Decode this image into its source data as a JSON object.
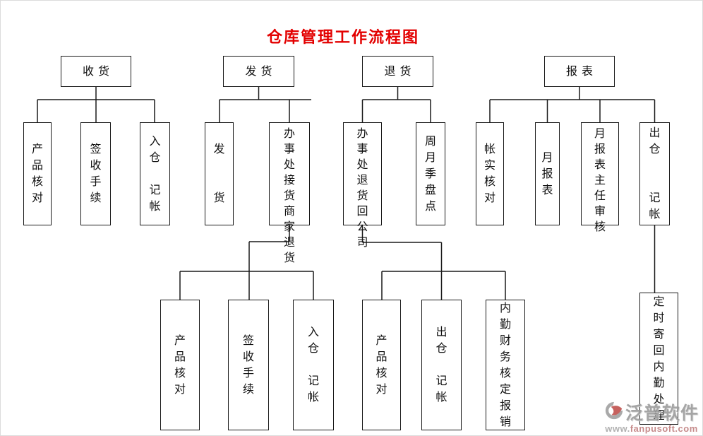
{
  "title": "仓库管理工作流程图",
  "tree": [
    {
      "label": "收货",
      "children": [
        {
          "text": "产\n品\n核\n对"
        },
        {
          "text": "签\n收\n手\n续"
        },
        {
          "text": "入\n仓\n\n记\n帐"
        }
      ]
    },
    {
      "label": "发货",
      "children": [
        {
          "text": "发\n\n\n货"
        },
        {
          "text": "办事\n处接\n货商\n家退\n货",
          "grandchildren": [
            {
              "text": "产\n品\n核\n对"
            },
            {
              "text": "签\n收\n手\n续"
            },
            {
              "text": "入\n仓\n\n记\n帐"
            }
          ]
        }
      ]
    },
    {
      "label": "退货",
      "children": [
        {
          "text": "办事\n处退\n货回\n公司",
          "grandchildren": [
            {
              "text": "产\n品\n核\n对"
            },
            {
              "text": "出\n仓\n\n记\n帐"
            },
            {
              "text": "内\n勤\n财\n务\n核\n定\n报\n销"
            }
          ]
        },
        {
          "text": "周\n月\n季\n盘\n点"
        }
      ]
    },
    {
      "label": "报表",
      "children": [
        {
          "text": "帐\n实\n核\n对"
        },
        {
          "text": "月\n报\n表"
        },
        {
          "text": "月报\n表主\n任审\n核"
        },
        {
          "text": "出\n仓\n\n\n记\n帐",
          "grandchildren": [
            {
              "text": "定\n时\n寄\n回\n内\n勤\n处\n理"
            }
          ]
        }
      ]
    }
  ],
  "watermark": {
    "brand": "泛普软件",
    "url_www": "www.",
    "url_domain": "fanpusoft.com"
  },
  "colors": {
    "title_red": "#e30000",
    "line_black": "#1a1a1a",
    "watermark_gray": "#9c9c9c",
    "watermark_red": "#c0504d"
  }
}
